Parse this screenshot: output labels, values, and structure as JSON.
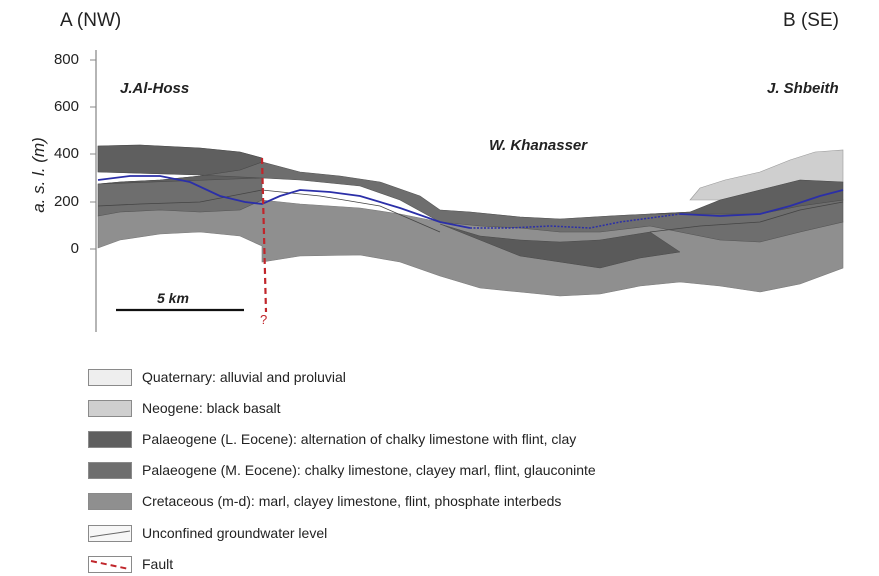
{
  "section": {
    "start_label": "A (NW)",
    "end_label": "B (SE)",
    "axis_title": "a. s. l. (m)",
    "ticks": [
      "800",
      "600",
      "400",
      "200",
      "0"
    ],
    "places": {
      "left": "J.Al-Hoss",
      "center": "W. Khanasser",
      "right": "J. Shbeith"
    },
    "scale_bar": "5 km",
    "fault_mark": "?"
  },
  "legend": {
    "items": [
      {
        "label": "Quaternary: alluvial and proluvial",
        "color": "#eeeeee",
        "kind": "fill"
      },
      {
        "label": "Neogene: black basalt",
        "color": "#cfcfcf",
        "kind": "fill"
      },
      {
        "label": "Palaeogene (L. Eocene): alternation of chalky limestone with flint, clay",
        "color": "#5f5f5f",
        "kind": "fill"
      },
      {
        "label": "Palaeogene (M. Eocene): chalky limestone, clayey marl, flint, glauconinte",
        "color": "#6e6e6e",
        "kind": "fill"
      },
      {
        "label": "Cretaceous (m-d): marl, clayey limestone, flint, phosphate interbeds",
        "color": "#8f8f8f",
        "kind": "fill"
      },
      {
        "label": "Unconfined groundwater level",
        "color": "#2b2fa8",
        "kind": "line"
      },
      {
        "label": "Fault",
        "color": "#c0262b",
        "kind": "dash"
      }
    ]
  },
  "colors": {
    "quaternary": "#eeeeee",
    "neogene": "#cfcfcf",
    "l_eocene": "#5f5f5f",
    "m_eocene": "#6e6e6e",
    "cretaceous": "#8f8f8f",
    "groundwater": "#2b2fa8",
    "fault": "#c0262b"
  }
}
